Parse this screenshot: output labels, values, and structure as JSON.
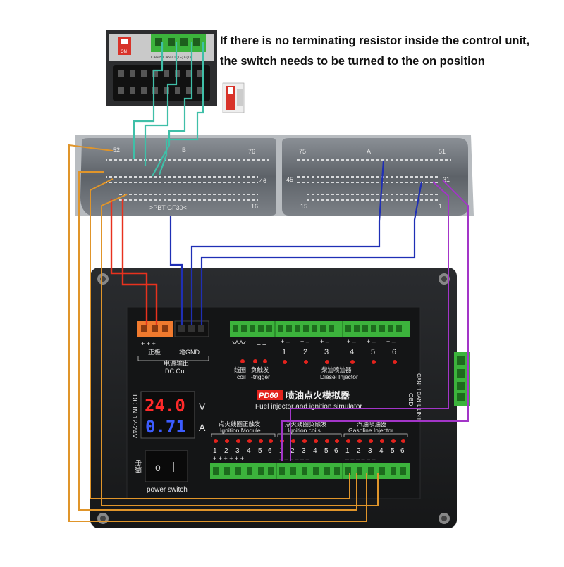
{
  "note": {
    "line1": "If there is no terminating resistor inside the control unit,",
    "line2": "the switch needs to be turned to the on position"
  },
  "inset": {
    "dip_label": "ON",
    "pin_labels": "CAN-H  CAN-L  L(TF)  K(T)"
  },
  "ecu": {
    "left_block": {
      "top_left": "52",
      "top_mid": "B",
      "top_right": "76",
      "right_mid": "46",
      "right_bottom": "16",
      "part_label": ">PBT GF30<"
    },
    "right_block": {
      "top_left": "75",
      "top_mid": "A",
      "top_right": "51",
      "left_mid": "45",
      "right_mid": "31",
      "left_bottom": "15",
      "right_bottom": "1"
    }
  },
  "device": {
    "model": "PD60",
    "title_cn": "喷油点火模拟器",
    "title_en": "Fuel injector and ignition simulator",
    "dc_out": {
      "pins": "+ + +",
      "label_pos": "正极",
      "label_gnd": "地GND",
      "title_cn": "电源输出",
      "title_en": "DC Out"
    },
    "coil": {
      "label_cn": "线圈",
      "label_en": "coil"
    },
    "trigger": {
      "label_cn": "负触发",
      "label_en": "-trigger",
      "pins": "– –"
    },
    "diesel": {
      "label_cn": "柴油喷油器",
      "label_en": "Diesel Injector",
      "numbers": [
        "1",
        "2",
        "3",
        "4",
        "5",
        "6"
      ]
    },
    "dc_in": "DC IN 12-24V",
    "voltage": "24.0",
    "voltage_unit": "V",
    "current": "0.71",
    "current_unit": "A",
    "power": {
      "label_cn": "电源",
      "label_en": "power switch"
    },
    "ignition_module": {
      "label_cn": "点火线圈正触发",
      "label_en": "Ignition Module",
      "numbers": [
        "1",
        "2",
        "3",
        "4",
        "5",
        "6"
      ]
    },
    "ignition_coils": {
      "label_cn": "点火线圈负触发",
      "label_en": "Ignition coils",
      "numbers": [
        "1",
        "2",
        "3",
        "4",
        "5",
        "6"
      ]
    },
    "gasoline": {
      "label_cn": "汽油喷油器",
      "label_en": "Gasoline Injector",
      "numbers": [
        "1",
        "2",
        "3",
        "4",
        "5",
        "6"
      ]
    },
    "obd": {
      "title": "OBD",
      "pins": "CAN-H CAN-L LIN K"
    }
  },
  "colors": {
    "can_h": "#3fbfa8",
    "can_l": "#3fbfa8",
    "power": "#e8321e",
    "ground": "#1f2fb5",
    "ignition": "#e0952a",
    "kline": "#a335c8",
    "terminal": "#3cb33c",
    "lcd_red": "#ff2a2a",
    "lcd_blue": "#3c5cff"
  }
}
